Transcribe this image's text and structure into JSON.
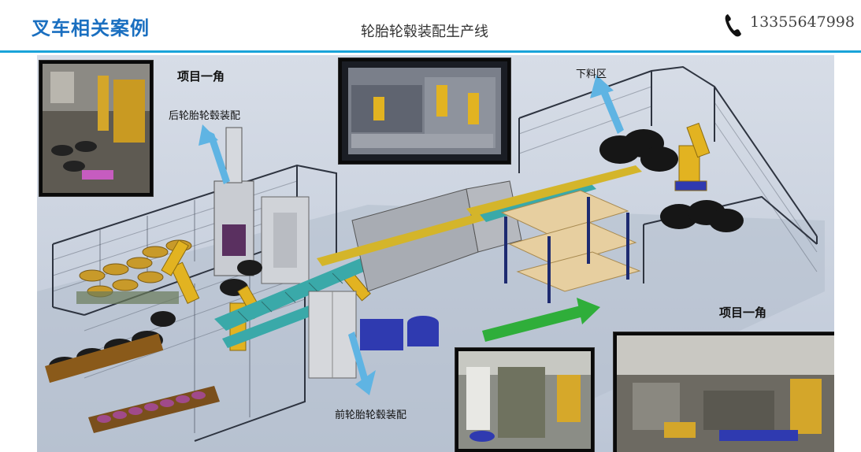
{
  "header": {
    "brand_title": "叉车相关案例",
    "page_title": "轮胎轮毂装配生产线",
    "phone_number": "13355647998",
    "phone_icon": "phone-icon"
  },
  "diagram": {
    "labels": {
      "corner_top": "项目一角",
      "rear_assembly": "后轮胎轮毂装配",
      "unloading_area": "下料区",
      "corner_bottom": "项目一角",
      "front_assembly": "前轮胎轮毂装配"
    },
    "colors": {
      "accent_blue": "#1a6fc0",
      "rule_blue": "#1aa3d9",
      "arrow_blue": "#5fb4e3",
      "arrow_green": "#2fae3a",
      "robot_yellow": "#e2b321",
      "conveyor_teal": "#3aa9a9"
    }
  }
}
